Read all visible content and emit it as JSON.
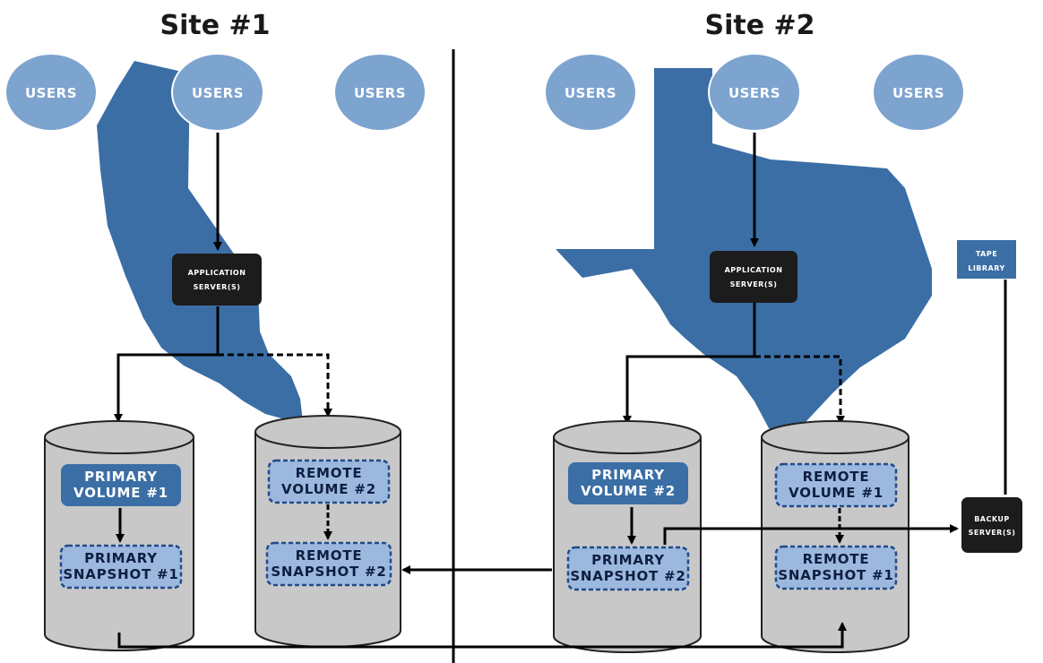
{
  "sites": [
    {
      "title": "Site #1"
    },
    {
      "title": "Site #2"
    }
  ],
  "users_label": "USERS",
  "app_server": {
    "line1": "APPLICATION",
    "line2": "SERVER(S)"
  },
  "tape_library": {
    "line1": "TAPE",
    "line2": "LIBRARY"
  },
  "backup_server": {
    "line1": "BACKUP",
    "line2": "SERVER(S)"
  },
  "volumes": {
    "primary_volume_1": {
      "line1": "PRIMARY",
      "line2": "VOLUME #1"
    },
    "primary_snapshot_1": {
      "line1": "PRIMARY",
      "line2": "SNAPSHOT #1"
    },
    "remote_volume_2": {
      "line1": "REMOTE",
      "line2": "VOLUME #2"
    },
    "remote_snapshot_2": {
      "line1": "REMOTE",
      "line2": "SNAPSHOT #2"
    },
    "primary_volume_2": {
      "line1": "PRIMARY",
      "line2": "VOLUME #2"
    },
    "primary_snapshot_2": {
      "line1": "PRIMARY",
      "line2": "SNAPSHOT #2"
    },
    "remote_volume_1": {
      "line1": "REMOTE",
      "line2": "VOLUME #1"
    },
    "remote_snapshot_1": {
      "line1": "REMOTE",
      "line2": "SNAPSHOT #1"
    }
  },
  "colors": {
    "state_fill": "#3b6ea5",
    "users_fill": "#7da3cf",
    "server_fill": "#1c1c1c",
    "cylinder_fill": "#c8c8c8",
    "primary_box": "#3b6ea5",
    "dashed_box": "#9db8de",
    "dashed_border": "#1f4b8a"
  }
}
